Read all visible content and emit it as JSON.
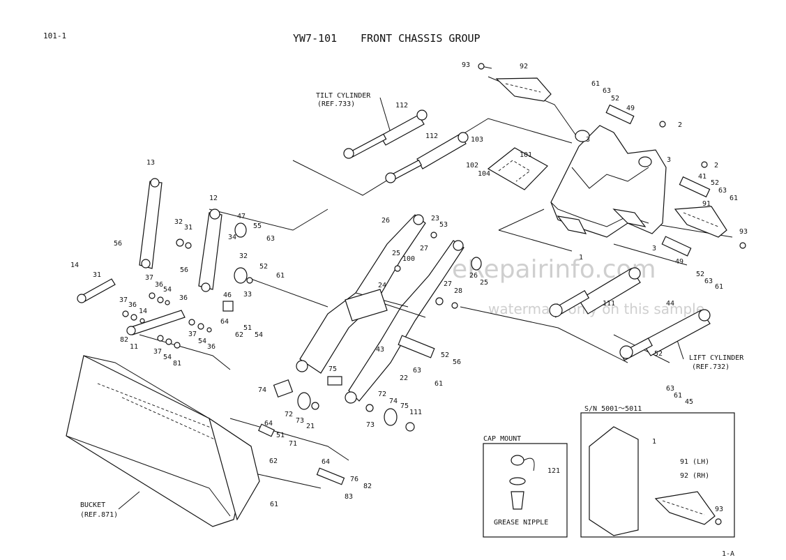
{
  "header": {
    "page_number": "101-1",
    "group_code": "YW7-101",
    "title": "FRONT CHASSIS GROUP"
  },
  "footer": {
    "page_ref": "1-A"
  },
  "watermark": {
    "brand": "eRepairinfo.com",
    "notice": "watermark only on this sample"
  },
  "callouts": {
    "tilt_cylinder": {
      "name": "TILT CYLINDER",
      "ref": "(REF.733)"
    },
    "lift_cylinder": {
      "name": "LIFT CYLINDER",
      "ref": "(REF.732)"
    },
    "bucket": {
      "name": "BUCKET",
      "ref": "(REF.871)"
    }
  },
  "inset_cap": {
    "title": "CAP MOUNT",
    "part": "121",
    "caption": "GREASE NIPPLE"
  },
  "inset_sn": {
    "title": "S/N 5001～5011",
    "labels": [
      "1",
      "91 (LH)",
      "92 (RH)",
      "93"
    ]
  },
  "part_labels": [
    "93",
    "92",
    "61",
    "63",
    "52",
    "49",
    "2",
    "3",
    "3",
    "2",
    "41",
    "52",
    "63",
    "61",
    "91",
    "93",
    "3",
    "1",
    "49",
    "52",
    "63",
    "61",
    "112",
    "112",
    "103",
    "102",
    "104",
    "101",
    "13",
    "12",
    "32",
    "31",
    "47",
    "55",
    "63",
    "52",
    "61",
    "34",
    "56",
    "56",
    "14",
    "31",
    "32",
    "33",
    "46",
    "64",
    "51",
    "62",
    "54",
    "37",
    "36",
    "54",
    "37",
    "36",
    "14",
    "36",
    "37",
    "54",
    "36",
    "37",
    "54",
    "81",
    "82",
    "11",
    "26",
    "23",
    "53",
    "27",
    "25",
    "100",
    "24",
    "26",
    "25",
    "27",
    "28",
    "43",
    "63",
    "52",
    "61",
    "56",
    "22",
    "75",
    "74",
    "72",
    "73",
    "21",
    "73",
    "72",
    "74",
    "75",
    "111",
    "111",
    "44",
    "52",
    "63",
    "61",
    "45",
    "64",
    "51",
    "62",
    "71",
    "64",
    "76",
    "83",
    "82",
    "61"
  ]
}
